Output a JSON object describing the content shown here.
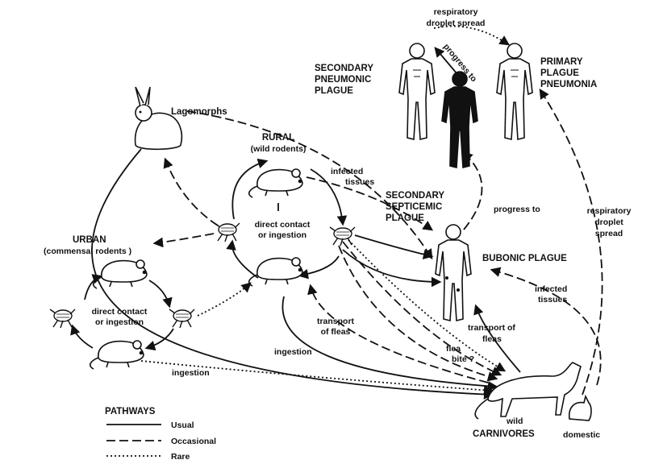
{
  "labels": {
    "respiratory_droplet_top_1": "respiratory",
    "respiratory_droplet_top_2": "droplet spread",
    "progress_to_top": "progress to",
    "secondary_pneumonic_1": "SECONDARY",
    "secondary_pneumonic_2": "PNEUMONIC",
    "secondary_pneumonic_3": "PLAGUE",
    "primary_plague_1": "PRIMARY",
    "primary_plague_2": "PLAGUE",
    "primary_plague_3": "PNEUMONIA",
    "lagomorphs": "Lagomorphs",
    "rural_1": "RURAL",
    "rural_2": "(wild rodents)",
    "infected_tissues_top_1": "infected",
    "infected_tissues_top_2": "tissues",
    "secondary_septicemic_1": "SECONDARY",
    "secondary_septicemic_2": "SEPTICEMIC",
    "secondary_septicemic_3": "PLAGUE",
    "progress_to_mid": "progress to",
    "respiratory_right_1": "respiratory",
    "respiratory_right_2": "droplet",
    "respiratory_right_3": "spread",
    "rural_contact_1": "direct contact",
    "rural_contact_2": "or ingestion",
    "urban_1": "URBAN",
    "urban_2": "(commensal rodents )",
    "bubonic_plague": "BUBONIC PLAGUE",
    "infected_tissues_right_1": "infected",
    "infected_tissues_right_2": "tissues",
    "urban_contact_1": "direct contact",
    "urban_contact_2": "or ingestion",
    "transport_fleas_left_1": "transport",
    "transport_fleas_left_2": "of fleas",
    "transport_fleas_right_1": "transport of",
    "transport_fleas_right_2": "fleas",
    "flea_bite_1": "flea",
    "flea_bite_2": "bite ?",
    "ingestion_mid": "ingestion",
    "ingestion_bottom": "ingestion",
    "wild": "wild",
    "domestic": "domestic",
    "carnivores": "CARNIVORES"
  },
  "legend": {
    "title": "PATHWAYS",
    "usual": "Usual",
    "occasional": "Occasional",
    "rare": "Rare"
  },
  "icons": {
    "human": "human-figure-icon",
    "rabbit": "rabbit-icon",
    "rodent": "rodent-icon",
    "flea": "flea-icon",
    "carnivore": "coyote-icon"
  }
}
